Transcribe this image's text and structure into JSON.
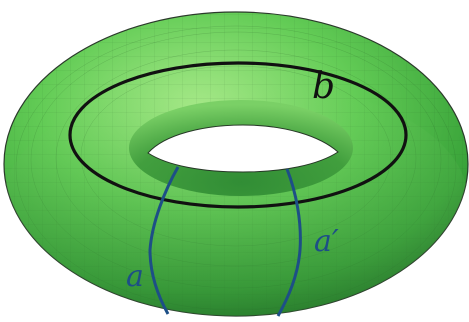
{
  "figure": {
    "labels": {
      "b": "b",
      "a": "a",
      "a_prime": "a′"
    },
    "colors": {
      "surface_light": "#9be27f",
      "surface_mid": "#4fc04a",
      "surface_dark": "#1f6b25",
      "outline": "#2b3a2b",
      "curve_b": "#111111",
      "curve_a": "#1d4f86",
      "label_b": "#111111",
      "label_a": "#1d4f86"
    }
  }
}
